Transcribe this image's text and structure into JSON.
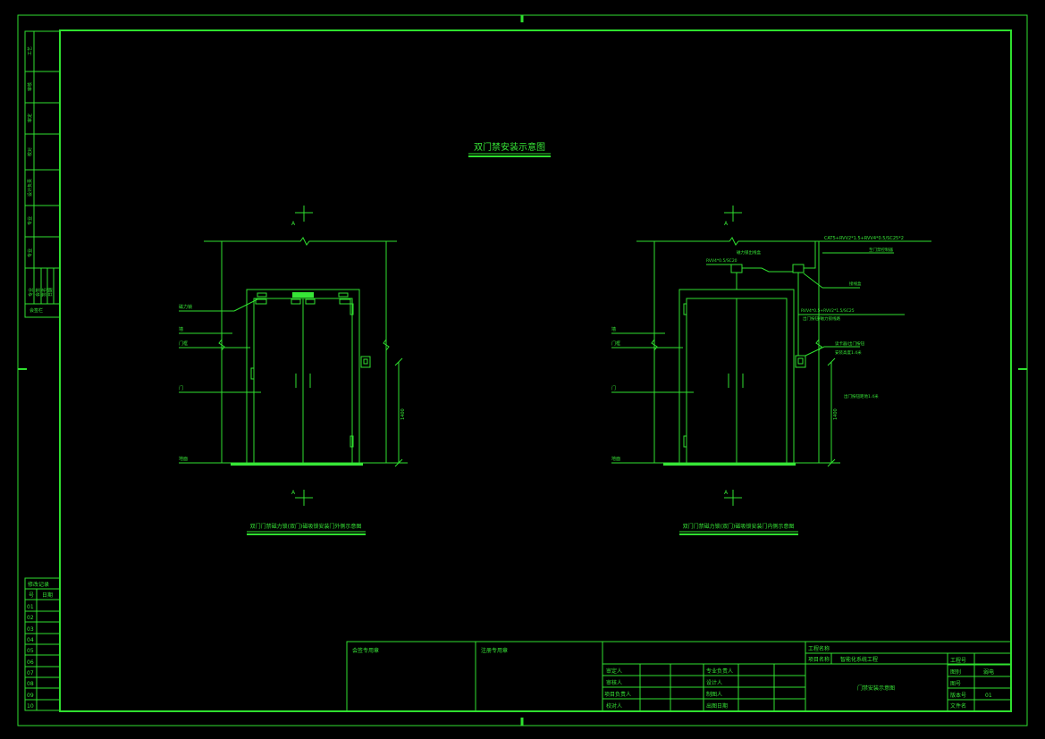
{
  "colors": {
    "line": "#2fe02f",
    "bg": "#000000",
    "highlight": "#4dff4d"
  },
  "drawing_title": "双门禁安装示意图",
  "left_view": {
    "section_mark_top": "A",
    "section_mark_bottom": "A",
    "caption": "双门门禁磁力锁(双门)磁吸锁安装门外侧示意图",
    "labels": {
      "lock": "磁力锁",
      "wall": "墙",
      "frame": "门框",
      "door": "门",
      "floor": "地面"
    },
    "dimension": "1400"
  },
  "right_view": {
    "section_mark_top": "A",
    "section_mark_bottom": "A",
    "caption": "双门门禁磁力锁(双门)磁吸锁安装门内侧示意图",
    "labels": {
      "cable_top": "CAT5+RVV2*1.5+RVV4*0.5/SC25*2",
      "cable_top_sub": "至门禁控制器",
      "cable_small": "RVV4*0.5/SC20",
      "cable_small_note": "磁力锁出线盒",
      "box": "接线盒",
      "cable_mid": "RVV4*0.5+RVV2*1.5/SC25",
      "cable_mid_sub": "出门按钮/磁力锁线路",
      "reader_note": "读卡器/出门按钮",
      "reader_note_sub": "安装高度1.4米",
      "button_note": "出门按钮距地1.4米",
      "wall": "墙",
      "frame": "门框",
      "door": "门",
      "floor": "地面"
    },
    "dimension": "1400"
  },
  "left_strip": {
    "cells": [
      "工艺",
      "审核",
      "审定",
      "校对",
      "设计负责",
      "专业",
      "专业"
    ],
    "subcells": [
      "专业",
      "会签",
      "签名",
      "日期"
    ],
    "footer": "会签栏"
  },
  "revision_table": {
    "title": "修改记录",
    "headers": [
      "号",
      "日期"
    ],
    "rows": [
      "01",
      "02",
      "03",
      "04",
      "05",
      "06",
      "07",
      "08",
      "09",
      "10"
    ]
  },
  "title_block": {
    "box1": "会签专用章",
    "box2": "注册专用章",
    "project_name_label": "工程名称",
    "item_label": "项目名称",
    "item_value": "智能化系统工程",
    "roles_left": [
      "审定人",
      "审核人",
      "项目负责人",
      "校对人"
    ],
    "roles_right": [
      "专业负责人",
      "设计人",
      "制图人",
      "出图日期"
    ],
    "drawing_name": "门禁安装示意图",
    "right_labels": [
      "工程号",
      "图别",
      "图号",
      "版本号",
      "文件名"
    ],
    "right_values": [
      "",
      "弱电",
      "",
      "01",
      ""
    ]
  }
}
